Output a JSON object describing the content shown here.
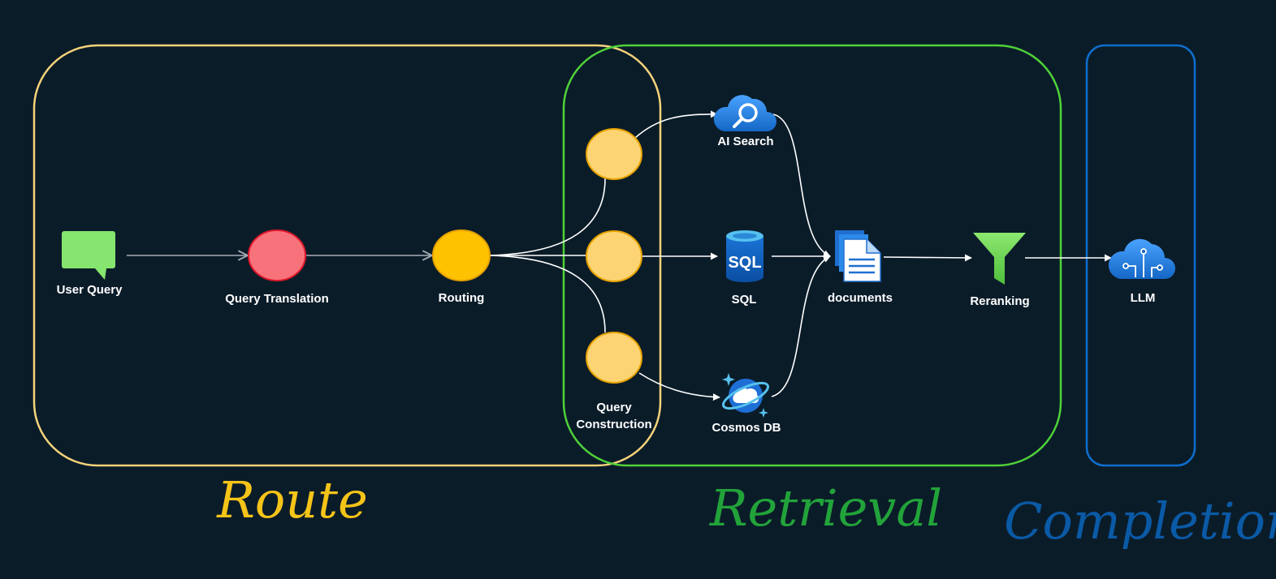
{
  "nodes": {
    "user_query": "User Query",
    "query_translation": "Query Translation",
    "routing": "Routing",
    "query_construction_line1": "Query",
    "query_construction_line2": "Construction",
    "ai_search": "AI Search",
    "sql": "SQL",
    "cosmos_db": "Cosmos DB",
    "documents": "documents",
    "reranking": "Reranking",
    "llm": "LLM"
  },
  "icons": {
    "ai_search": "search-cloud-icon",
    "sql": "sql-database-icon",
    "sql_text": "SQL",
    "cosmos_db": "planet-icon",
    "documents": "documents-icon",
    "reranking": "funnel-icon",
    "llm": "circuit-cloud-icon",
    "user_query": "chat-bubble-icon"
  },
  "stages": {
    "route": "Route",
    "retrieval": "Retrieval",
    "completion": "Completion"
  },
  "colors": {
    "background": "#0b1c29",
    "route": "#f5c418",
    "retrieval": "#22a33a",
    "completion": "#0a5aa6",
    "route_box": "#f6d37a",
    "retrieval_box": "#4fd238",
    "completion_box": "#0e6ecd"
  }
}
